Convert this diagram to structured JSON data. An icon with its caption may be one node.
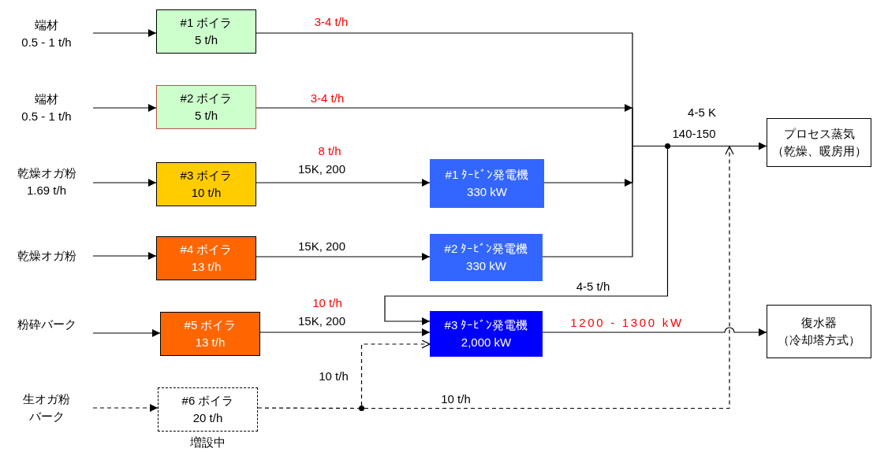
{
  "diagram": {
    "nodes": [
      {
        "text": [
          "端材",
          "0.5 - 1 t/h"
        ]
      },
      {
        "text": [
          "#1 ボイラ",
          "5 t/h"
        ]
      },
      {
        "text": [
          "端材",
          "0.5 - 1 t/h"
        ]
      },
      {
        "text": [
          "#2 ボイラ",
          "5 t/h"
        ]
      },
      {
        "text": [
          "乾燥オガ粉",
          "1.69 t/h"
        ]
      },
      {
        "text": [
          "#3 ボイラ",
          "10 t/h"
        ]
      },
      {
        "text": [
          "#1 ﾀｰﾋﾞﾝ発電機",
          "330 kW"
        ]
      },
      {
        "text": [
          "乾燥オガ粉"
        ]
      },
      {
        "text": [
          "#4 ボイラ",
          "13 t/h"
        ]
      },
      {
        "text": [
          "#2 ﾀｰﾋﾞﾝ発電機",
          "330 kW"
        ]
      },
      {
        "text": [
          "粉砕バーク"
        ]
      },
      {
        "text": [
          "#5 ボイラ",
          "13 t/h"
        ]
      },
      {
        "text": [
          "#3 ﾀｰﾋﾞﾝ発電機",
          "2,000 kW"
        ]
      },
      {
        "text": [
          "生オガ粉",
          "バーク"
        ]
      },
      {
        "text": [
          "#6 ボイラ",
          "20 t/h"
        ],
        "beside": [
          "増設中"
        ]
      },
      {
        "text": [
          "プロセス蒸気",
          "（乾燥、暖房用）"
        ]
      },
      {
        "text": [
          "復水器",
          "（冷却塔方式）"
        ]
      },
      {
        "text": [],
        "shape": "circle"
      },
      {
        "text": [],
        "shape": "circle"
      }
    ],
    "edges": [
      {
        "from": 0,
        "to": 1,
        "arrow": "to"
      },
      {
        "from": 2,
        "to": 3,
        "arrow": "to"
      },
      {
        "from": 4,
        "to": 5,
        "arrow": "to"
      },
      {
        "from": 7,
        "to": 8,
        "arrow": "to"
      },
      {
        "from": 10,
        "to": 11,
        "arrow": "to"
      },
      {
        "from": 13,
        "to": 14,
        "arrow": "to",
        "style": "dashed"
      },
      {
        "from": 1,
        "to": 17,
        "arrow": "none",
        "label": "3-4 t/h"
      },
      {
        "from": 3,
        "to": 17,
        "arrow": "to",
        "label": "3-4 t/h"
      },
      {
        "from": 5,
        "to": 6,
        "arrow": "to",
        "label": "8 t/h"
      },
      {
        "from": 6,
        "to": 17,
        "arrow": "to"
      },
      {
        "from": 8,
        "to": 9,
        "arrow": "to",
        "label": "15K, 200"
      },
      {
        "from": 9,
        "to": 17,
        "arrow": "none"
      },
      {
        "from": 11,
        "to": 12,
        "arrow": "to",
        "label": "10 t/h"
      },
      {
        "from": 17,
        "to": 15,
        "arrow": "to",
        "label": "4-5 K"
      },
      {
        "from": 17,
        "to": 12,
        "arrow": "to",
        "label": "4-5 t/h"
      },
      {
        "from": 12,
        "to": 16,
        "arrow": "to",
        "label": "1200 - 1300 kW"
      },
      {
        "from": 14,
        "to": 18,
        "arrow": "none",
        "style": "dashed"
      },
      {
        "from": 18,
        "to": 12,
        "arrow": "to",
        "label": "10 t/h",
        "style": "dashed"
      },
      {
        "from": 18,
        "to": 15,
        "arrow": "to",
        "label": "10 t/h",
        "style": "dashed"
      }
    ],
    "labels": [
      "140-150",
      "15K, 200",
      "15K, 200"
    ]
  }
}
